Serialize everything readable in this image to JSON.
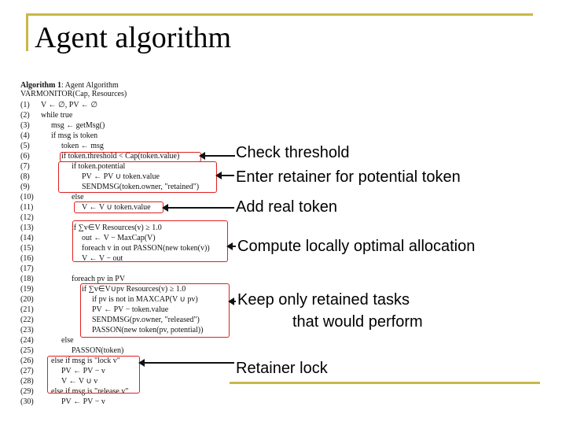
{
  "slide": {
    "title": "Agent algorithm"
  },
  "algorithm": {
    "header_bold": "Algorithm 1",
    "header_rest": ": Agent Algorithm",
    "signature": "VARMONITOR(Cap, Resources)",
    "lines": [
      {
        "num": "(1)",
        "code": "V ← ∅, PV ← ∅",
        "indent": 0
      },
      {
        "num": "(2)",
        "code": "while true",
        "indent": 0
      },
      {
        "num": "(3)",
        "code": "msg ← getMsg()",
        "indent": 1
      },
      {
        "num": "(4)",
        "code": "if msg is token",
        "indent": 1
      },
      {
        "num": "(5)",
        "code": "token ← msg",
        "indent": 2
      },
      {
        "num": "(6)",
        "code": "if token.threshold < Cap(token.value)",
        "indent": 2
      },
      {
        "num": "(7)",
        "code": "if token.potential",
        "indent": 3
      },
      {
        "num": "(8)",
        "code": "PV ← PV ∪ token.value",
        "indent": 4
      },
      {
        "num": "(9)",
        "code": "SENDMSG(token.owner, \"retained\")",
        "indent": 4
      },
      {
        "num": "(10)",
        "code": "else",
        "indent": 3
      },
      {
        "num": "(11)",
        "code": "V ← V ∪ token.value",
        "indent": 4
      },
      {
        "num": "(12)",
        "code": "",
        "indent": 0
      },
      {
        "num": "(13)",
        "code": "if ∑v∈V Resources(v) ≥ 1.0",
        "indent": 3
      },
      {
        "num": "(14)",
        "code": "out ← V − MaxCap(V)",
        "indent": 4
      },
      {
        "num": "(15)",
        "code": "foreach v in out PASSON(new token(v))",
        "indent": 4
      },
      {
        "num": "(16)",
        "code": "V ← V − out",
        "indent": 4
      },
      {
        "num": "(17)",
        "code": "",
        "indent": 0
      },
      {
        "num": "(18)",
        "code": "foreach pv in PV",
        "indent": 3
      },
      {
        "num": "(19)",
        "code": "if ∑v∈V∪pv Resources(v) ≥ 1.0",
        "indent": 4
      },
      {
        "num": "(20)",
        "code": "if pv is not in MAXCAP(V ∪ pv)",
        "indent": 5
      },
      {
        "num": "(21)",
        "code": "PV ← PV − token.value",
        "indent": 5
      },
      {
        "num": "(22)",
        "code": "SENDMSG(pv.owner, \"released\")",
        "indent": 5
      },
      {
        "num": "(23)",
        "code": "PASSON(new token(pv, potential))",
        "indent": 5
      },
      {
        "num": "(24)",
        "code": "else",
        "indent": 2
      },
      {
        "num": "(25)",
        "code": "PASSON(token)",
        "indent": 3
      },
      {
        "num": "(26)",
        "code": "else if msg is \"lock v\"",
        "indent": 1
      },
      {
        "num": "(27)",
        "code": "PV ← PV − v",
        "indent": 2
      },
      {
        "num": "(28)",
        "code": "V ← V ∪ v",
        "indent": 2
      },
      {
        "num": "(29)",
        "code": "else if msg is \"release v\"",
        "indent": 1
      },
      {
        "num": "(30)",
        "code": "PV ← PV − v",
        "indent": 2
      }
    ]
  },
  "annotations": {
    "check_threshold": "Check threshold",
    "enter_retainer": "Enter retainer for potential token",
    "add_real_token": "Add real token",
    "compute_allocation": "Compute locally optimal allocation",
    "keep_retained_1": "Keep only retained tasks",
    "keep_retained_2": "that would perform",
    "retainer_lock": "Retainer lock"
  },
  "colors": {
    "accent_line": "#c8b84a",
    "highlight_box": "#e02020"
  }
}
